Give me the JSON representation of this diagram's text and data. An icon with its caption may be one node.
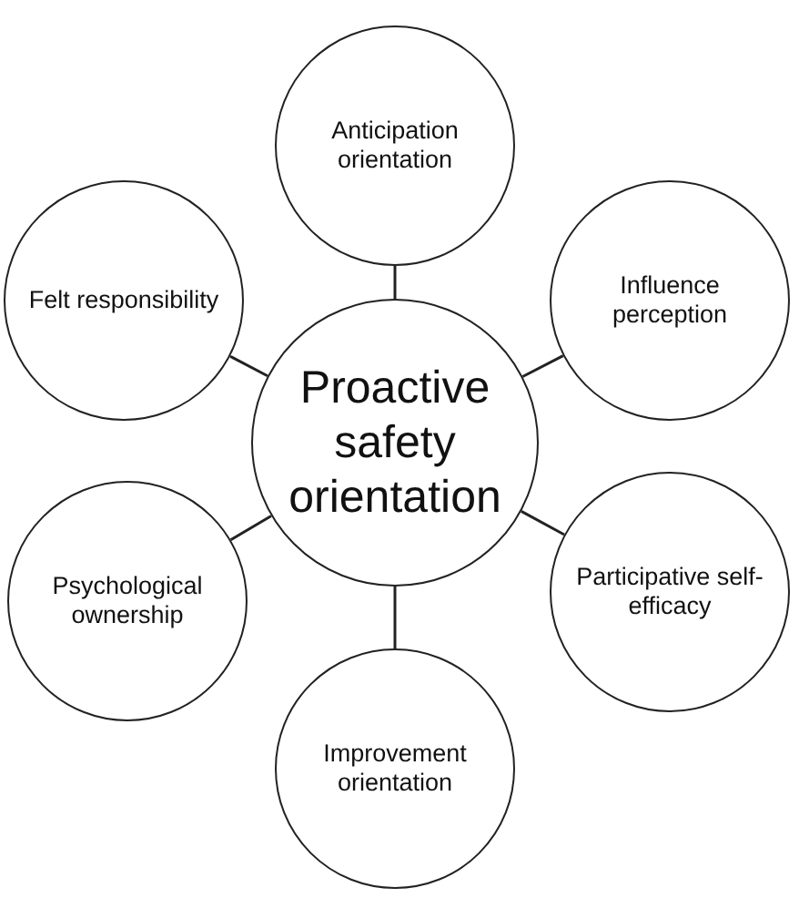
{
  "diagram": {
    "nodes": [
      {
        "text": [
          "Anticipation orientation"
        ]
      },
      {
        "text": [
          "Felt responsibility"
        ]
      },
      {
        "text": [
          "Influence perception"
        ]
      },
      {
        "text": [
          "Proactive safety orientation"
        ]
      },
      {
        "text": [
          "Psychological ownership"
        ]
      },
      {
        "text": [
          "Participative self-efficacy"
        ]
      },
      {
        "text": [
          "Improvement orientation"
        ]
      }
    ],
    "edges": [
      {
        "from": 3,
        "to": 0,
        "arrow": "none"
      },
      {
        "from": 3,
        "to": 2,
        "arrow": "none"
      },
      {
        "from": 3,
        "to": 5,
        "arrow": "none"
      },
      {
        "from": 3,
        "to": 6,
        "arrow": "none"
      },
      {
        "from": 3,
        "to": 4,
        "arrow": "none"
      },
      {
        "from": 3,
        "to": 1,
        "arrow": "none"
      }
    ]
  }
}
